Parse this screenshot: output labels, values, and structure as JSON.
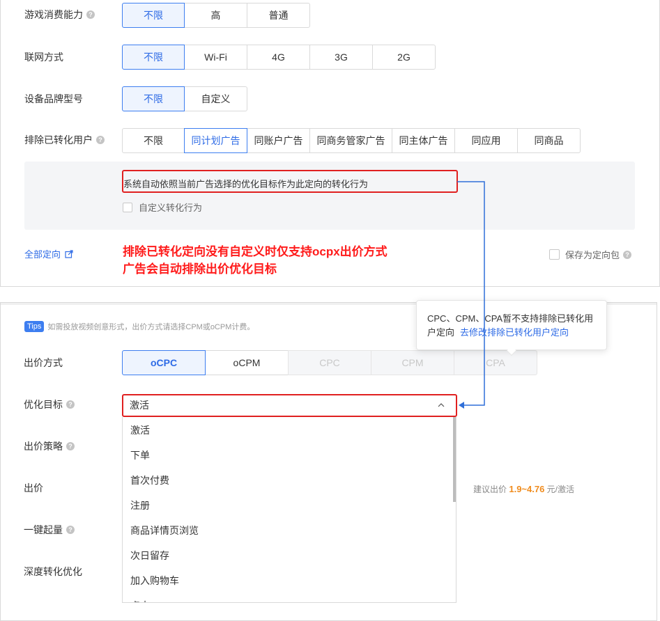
{
  "top": {
    "game_consumption": {
      "label": "游戏消费能力",
      "options": [
        "不限",
        "高",
        "普通"
      ]
    },
    "network": {
      "label": "联网方式",
      "options": [
        "不限",
        "Wi-Fi",
        "4G",
        "3G",
        "2G"
      ]
    },
    "device_brand": {
      "label": "设备品牌型号",
      "options": [
        "不限",
        "自定义"
      ]
    },
    "exclude_converted": {
      "label": "排除已转化用户",
      "options": [
        "不限",
        "同计划广告",
        "同账户广告",
        "同商务管家广告",
        "同主体广告",
        "同应用",
        "同商品"
      ]
    },
    "auto_note": "系统自动依照当前广告选择的优化目标作为此定向的转化行为",
    "custom_conversion_label": "自定义转化行为",
    "all_targeting_link": "全部定向",
    "save_package_label": "保存为定向包",
    "annotation_line1": "排除已转化定向没有自定义时仅支持ocpx出价方式",
    "annotation_line2": "广告会自动排除出价优化目标"
  },
  "bottom": {
    "tips_badge": "Tips",
    "tips_text": "如需投放视频创意形式，出价方式请选择CPM或oCPM计费。",
    "bid_method": {
      "label": "出价方式",
      "options": [
        "oCPC",
        "oCPM",
        "CPC",
        "CPM",
        "CPA"
      ]
    },
    "tooltip_text": "CPC、CPM、CPA暂不支持排除已转化用户定向",
    "tooltip_link": "去修改排除已转化用户定向",
    "optimization_target": {
      "label": "优化目标",
      "value": "激活"
    },
    "bid_strategy_label": "出价策略",
    "bid_label": "出价",
    "suggest_prefix": "建议出价",
    "suggest_range": "1.9~4.76",
    "suggest_unit": "元/激活",
    "one_click_label": "一键起量",
    "deep_conversion_label": "深度转化优化",
    "dropdown_items": [
      "激活",
      "下单",
      "首次付费",
      "注册",
      "商品详情页浏览",
      "次日留存",
      "加入购物车",
      "点击"
    ]
  },
  "colors": {
    "accent": "#2e6be6",
    "annotation_red": "#e02020",
    "price_orange": "#f08c1e"
  },
  "icons": {
    "help": "question-circle-icon",
    "external_link": "external-link-icon",
    "dropdown_caret": "chevron-up-icon"
  }
}
